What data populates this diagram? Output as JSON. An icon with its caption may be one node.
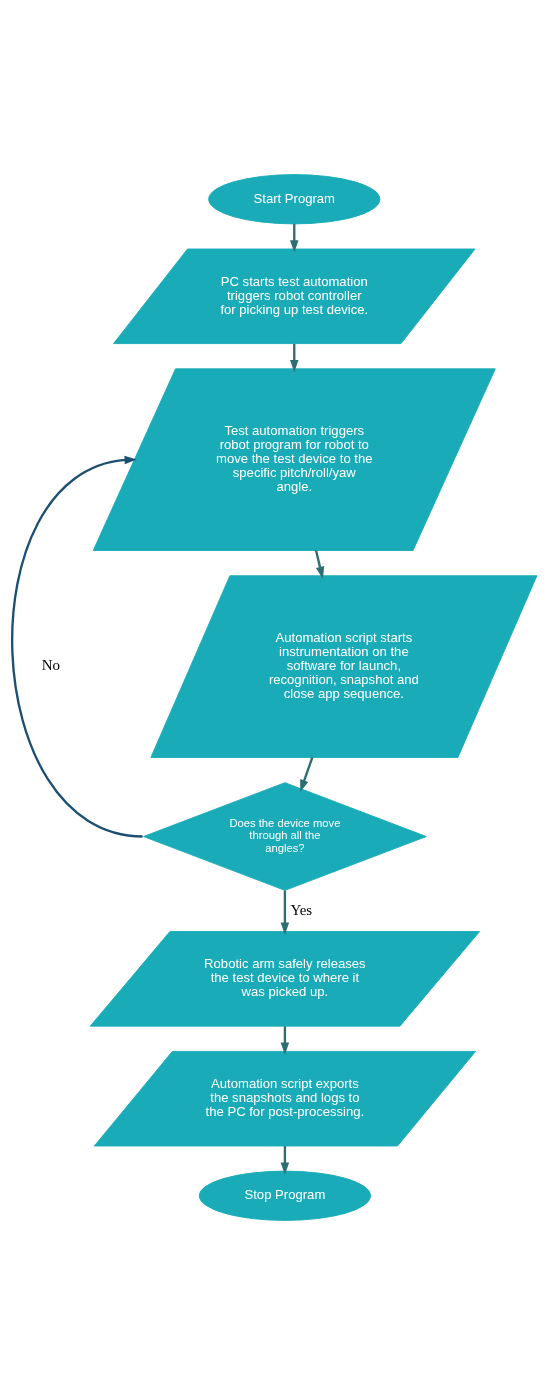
{
  "diagram": {
    "nodes": [
      {
        "text": [
          "Start Program"
        ]
      },
      {
        "text": [
          "PC starts test automation triggers robot controller for picking up test device."
        ]
      },
      {
        "text": [
          "Test automation triggers robot program for robot to move the test device to the specific pitch/roll/yaw angle."
        ]
      },
      {
        "text": [
          "Automation script starts instrumentation on the software for launch, recognition, snapshot and close app sequence."
        ]
      },
      {
        "text": [
          "Does the device move through all the angles?"
        ]
      },
      {
        "text": [
          "Robotic arm safely releases the test device to where it was picked up."
        ]
      },
      {
        "text": [
          "Automation script exports the snapshots and logs to the PC for post-processing."
        ]
      },
      {
        "text": [
          "Stop Program"
        ]
      }
    ],
    "edges": [
      {
        "from": 0,
        "to": 1,
        "arrow": "to"
      },
      {
        "from": 1,
        "to": 2,
        "arrow": "to"
      },
      {
        "from": 2,
        "to": 3,
        "arrow": "to"
      },
      {
        "from": 3,
        "to": 4,
        "arrow": "to"
      },
      {
        "from": 4,
        "to": 2,
        "arrow": "to",
        "label": "No",
        "color": "#1d4f73"
      },
      {
        "from": 4,
        "to": 5,
        "arrow": "to",
        "label": "Yes"
      },
      {
        "from": 5,
        "to": 6,
        "arrow": "to"
      },
      {
        "from": 6,
        "to": 7,
        "arrow": "to"
      }
    ]
  }
}
